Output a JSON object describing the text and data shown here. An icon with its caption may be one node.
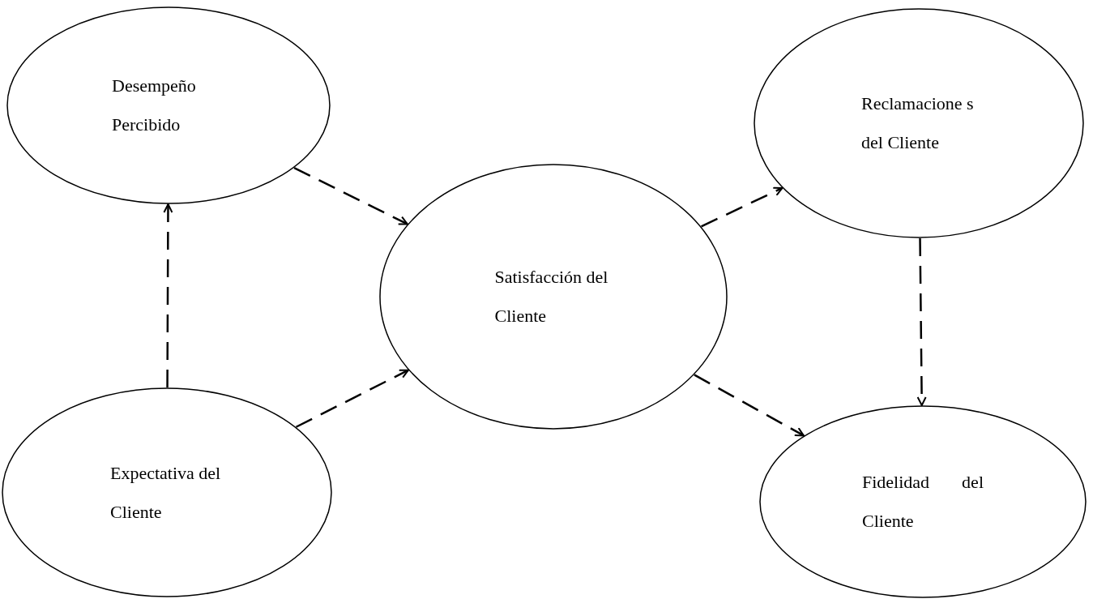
{
  "diagram": {
    "nodes": [
      {
        "text": [
          "Desempeño Percibido"
        ]
      },
      {
        "text": [
          "Expectativa del Cliente"
        ]
      },
      {
        "text": [
          "Satisfacción del Cliente"
        ]
      },
      {
        "text": [
          "Reclamacione s del Cliente"
        ]
      },
      {
        "text": [
          "Fidelidad del Cliente"
        ]
      }
    ],
    "edges": [
      {
        "from": 1,
        "to": 0,
        "arrow": "to",
        "style": "dashed"
      },
      {
        "from": 0,
        "to": 2,
        "arrow": "to",
        "style": "dashed"
      },
      {
        "from": 1,
        "to": 2,
        "arrow": "to",
        "style": "dashed"
      },
      {
        "from": 2,
        "to": 3,
        "arrow": "to",
        "style": "dashed"
      },
      {
        "from": 2,
        "to": 4,
        "arrow": "to",
        "style": "dashed"
      },
      {
        "from": 3,
        "to": 4,
        "arrow": "to",
        "style": "dashed"
      }
    ]
  }
}
